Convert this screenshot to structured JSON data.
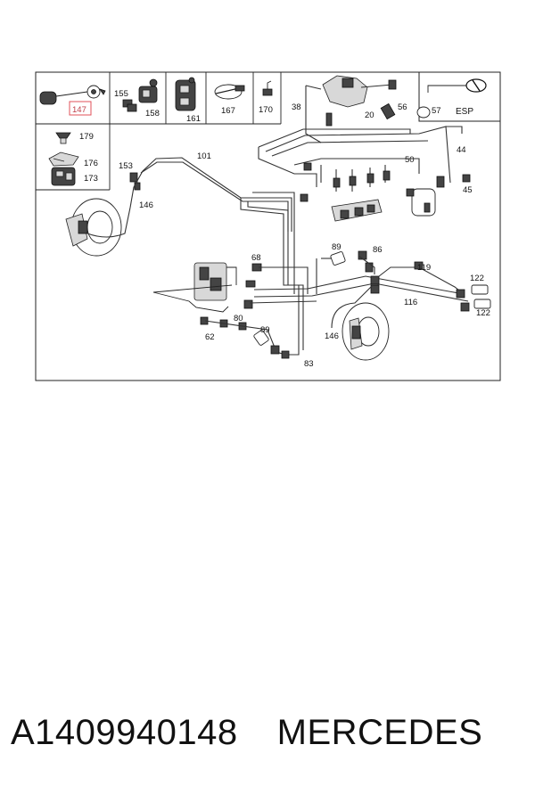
{
  "diagram": {
    "callouts": {
      "c147": "147",
      "c155": "155",
      "c158": "158",
      "c161": "161",
      "c167": "167",
      "c170": "170",
      "c179": "179",
      "c176": "176",
      "c173": "173",
      "c38": "38",
      "c20": "20",
      "c56": "56",
      "c57": "57",
      "c44": "44",
      "c45": "45",
      "c50": "50",
      "c153": "153",
      "c101": "101",
      "c146a": "146",
      "c89a": "89",
      "c86": "86",
      "c68": "68",
      "c119": "119",
      "c122a": "122",
      "c122b": "122",
      "c116": "116",
      "c80": "80",
      "c89b": "89",
      "c62": "62",
      "c83": "83",
      "c146b": "146"
    },
    "esp_label": "ESP",
    "highlight_color": "#e0505a"
  },
  "caption": {
    "part_number": "A1409940148",
    "brand": "MERCEDES"
  }
}
